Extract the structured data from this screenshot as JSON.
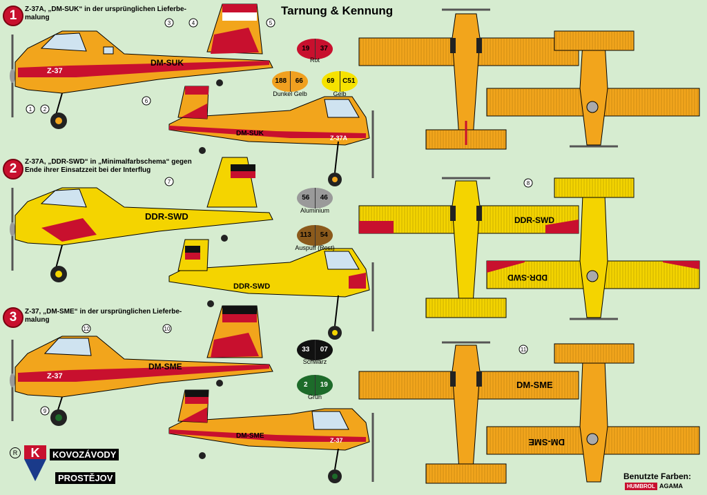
{
  "title": "Tarnung & Kennung",
  "schemes": [
    {
      "num": "1",
      "caption_line1": "Z-37A, „DM-SUK“ in der ursprünglichen Lieferbe-",
      "caption_line2": "malung",
      "reg": "DM-SUK",
      "code": "Z-37",
      "code_small": "Z-37A"
    },
    {
      "num": "2",
      "caption_line1": "Z-37A, „DDR-SWD“ in „Minimalfarbschema“ gegen",
      "caption_line2": "Ende ihrer Einsatzzeit bei der Interflug",
      "reg": "DDR-SWD",
      "reg_flip": "DDR-SWD"
    },
    {
      "num": "3",
      "caption_line1": "Z-37, „DM-SME“ in der ursprünglichen Lieferbe-",
      "caption_line2": "malung",
      "reg": "DM-SME",
      "code": "Z-37",
      "reg_flip": "DM-SME"
    }
  ],
  "swatches": [
    {
      "a": "19",
      "b": "37",
      "label": "Rot",
      "color": "#c8102e"
    },
    {
      "a": "188",
      "b": "66",
      "label": "Dunkel Gelb",
      "color": "#f0a020"
    },
    {
      "a": "69",
      "b": "C51",
      "label": "Gelb",
      "color": "#f6e200"
    },
    {
      "a": "56",
      "b": "46",
      "label": "Aluminium",
      "color": "#9a9a9a"
    },
    {
      "a": "113",
      "b": "54",
      "label": "Auspuff (Rost)",
      "color": "#8b5a1c"
    },
    {
      "a": "33",
      "b": "07",
      "label": "Schwarz",
      "color": "#111111"
    },
    {
      "a": "2",
      "b": "19",
      "label": "Grün",
      "color": "#1d6b2a"
    }
  ],
  "callouts": {
    "c1": "1",
    "c2": "2",
    "c3": "3",
    "c4": "4",
    "c5": "5",
    "c6": "6",
    "c7": "7",
    "c8": "8",
    "c9": "9",
    "c10": "10",
    "c11": "11",
    "c12": "12"
  },
  "brand": {
    "k": "K",
    "line1": "KOVOZÁVODY",
    "line2": "PROSTĚJOV",
    "reg_mark": "R"
  },
  "colors_used": "Benutzte Farben:",
  "humbrol": "HUMBROL",
  "agama": "AGAMA",
  "colors": {
    "orange": "#f2a51c",
    "yellow": "#f4d400",
    "red": "#c8102e",
    "bg": "#d6ecd0"
  }
}
